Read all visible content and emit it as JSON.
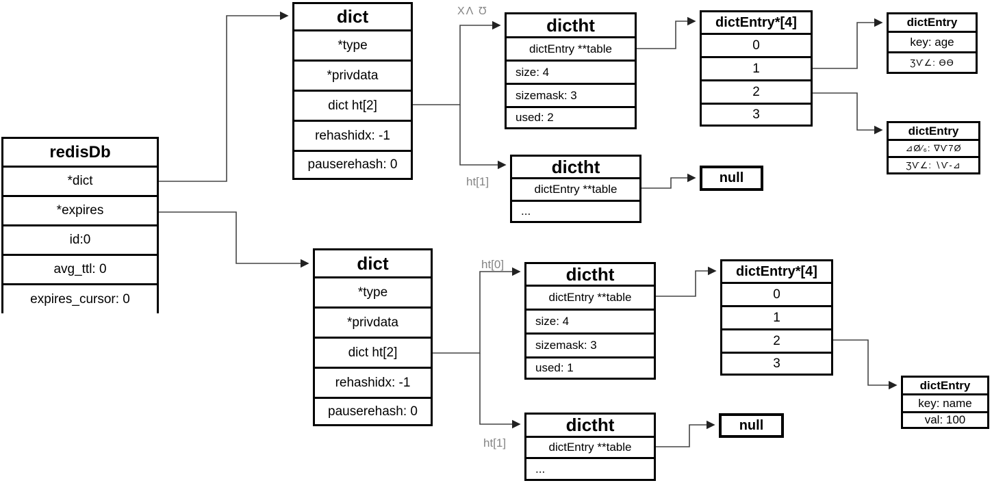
{
  "colors": {
    "border": "#000000",
    "wire": "#444444",
    "label_gray": "#848484",
    "background": "#ffffff"
  },
  "labels": {
    "ht0_top_garbled": "XΛ Ʊ",
    "ht1_top": "ht[1]",
    "ht0_bottom": "ht[0]",
    "ht1_bottom": "ht[1]"
  },
  "boxes": {
    "redisdb": {
      "title": "redisDb",
      "rows": [
        "*dict",
        "*expires",
        "id:0",
        "avg_ttl: 0",
        "expires_cursor: 0"
      ]
    },
    "dict_top": {
      "title": "dict",
      "rows": [
        "*type",
        "*privdata",
        "dict ht[2]",
        "rehashidx: -1",
        "pauserehash: 0"
      ]
    },
    "dictht_top_0": {
      "title": "dictht",
      "rows": [
        "dictEntry **table",
        "size: 4",
        "sizemask: 3",
        "used: 2"
      ]
    },
    "entry_array_top": {
      "title": "dictEntry*[4]",
      "rows": [
        "0",
        "1",
        "2",
        "3"
      ]
    },
    "dict_entry_age": {
      "title": "dictEntry",
      "rows": [
        "key: age",
        "ƷѴ∠: ϴϴ"
      ]
    },
    "dict_entry_garbled": {
      "title": "dictEntry",
      "rows": [
        "⊿Ø⁄₆: ∇Ѵ7Ø",
        "ƷѴ∠: ∖Ѵ-⊿"
      ]
    },
    "dictht_top_1": {
      "title": "dictht",
      "rows": [
        "dictEntry **table",
        "..."
      ]
    },
    "null_top": {
      "title": "null"
    },
    "dict_bottom": {
      "title": "dict",
      "rows": [
        "*type",
        "*privdata",
        "dict ht[2]",
        "rehashidx: -1",
        "pauserehash: 0"
      ]
    },
    "dictht_bottom_0": {
      "title": "dictht",
      "rows": [
        "dictEntry **table",
        "size: 4",
        "sizemask: 3",
        "used: 1"
      ]
    },
    "entry_array_bottom": {
      "title": "dictEntry*[4]",
      "rows": [
        "0",
        "1",
        "2",
        "3"
      ]
    },
    "dict_entry_name": {
      "title": "dictEntry",
      "rows": [
        "key: name",
        "val: 100"
      ]
    },
    "dictht_bottom_1": {
      "title": "dictht",
      "rows": [
        "dictEntry **table",
        "..."
      ]
    },
    "null_bottom": {
      "title": "null"
    }
  }
}
